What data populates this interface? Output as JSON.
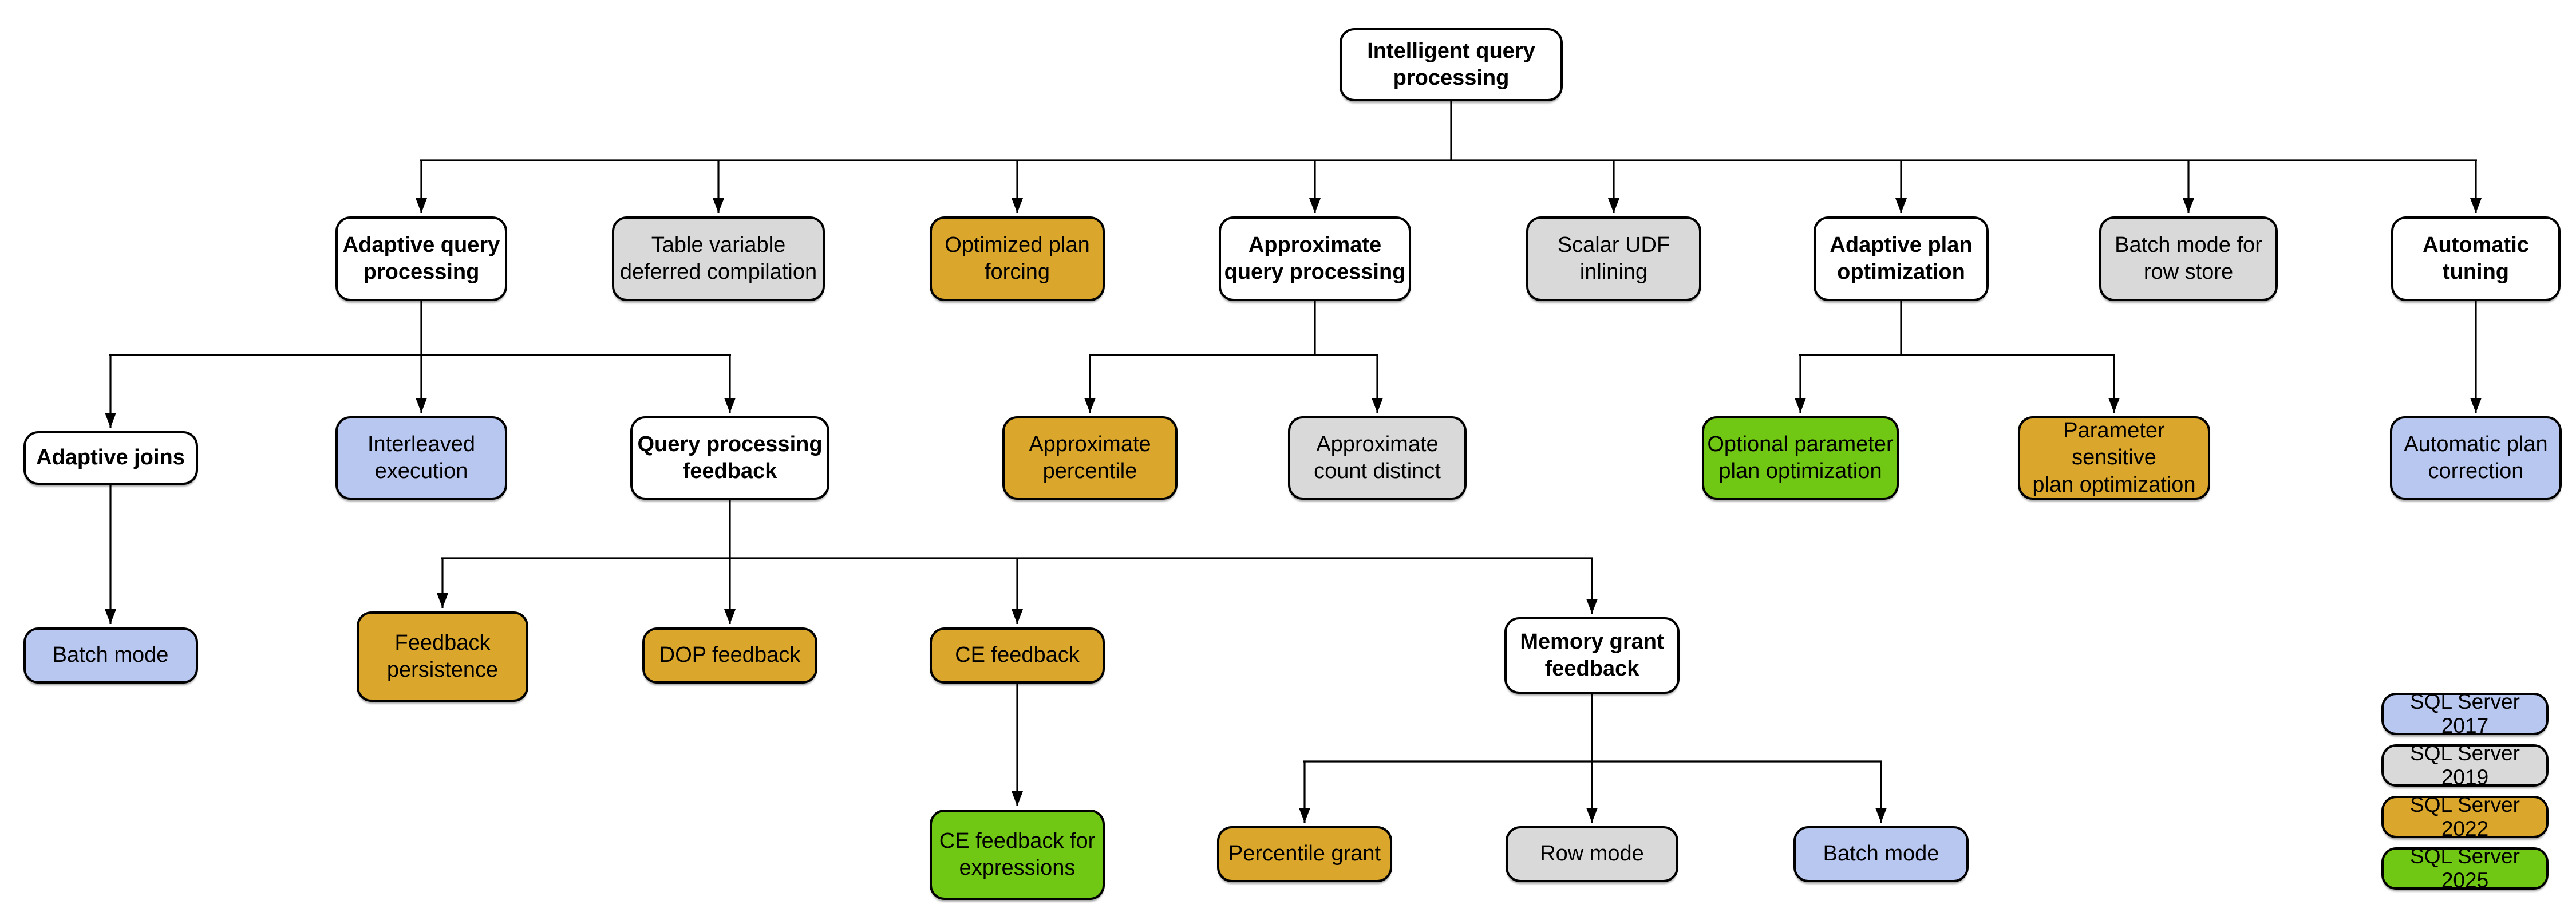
{
  "diagram": {
    "title": "Intelligent query processing feature family",
    "colors": {
      "base": "#FFFFFF",
      "2017": "#B7C7F0",
      "2019": "#D9D9D9",
      "2022": "#DBA62C",
      "2025": "#71C814",
      "border": "#000000",
      "line": "#000000"
    },
    "nodes": [
      {
        "id": "intelligent-query-processing",
        "label": "Intelligent query\nprocessing",
        "version": "base"
      },
      {
        "id": "adaptive-query-processing",
        "label": "Adaptive query\nprocessing",
        "version": "base"
      },
      {
        "id": "table-variable-deferred-compilation",
        "label": "Table variable\ndeferred compilation",
        "version": "2019"
      },
      {
        "id": "optimized-plan-forcing",
        "label": "Optimized plan\nforcing",
        "version": "2022"
      },
      {
        "id": "approximate-query-processing",
        "label": "Approximate\nquery processing",
        "version": "base"
      },
      {
        "id": "scalar-udf-inlining",
        "label": "Scalar UDF\ninlining",
        "version": "2019"
      },
      {
        "id": "adaptive-plan-optimization",
        "label": "Adaptive plan\noptimization",
        "version": "base"
      },
      {
        "id": "batch-mode-row-store",
        "label": "Batch mode for\nrow store",
        "version": "2019"
      },
      {
        "id": "automatic-tuning",
        "label": "Automatic\ntuning",
        "version": "base"
      },
      {
        "id": "adaptive-joins",
        "label": "Adaptive joins",
        "version": "base"
      },
      {
        "id": "interleaved-execution",
        "label": "Interleaved\nexecution",
        "version": "2017"
      },
      {
        "id": "query-processing-feedback",
        "label": "Query processing\nfeedback",
        "version": "base"
      },
      {
        "id": "approximate-percentile",
        "label": "Approximate\npercentile",
        "version": "2022"
      },
      {
        "id": "approximate-count-distinct",
        "label": "Approximate\ncount distinct",
        "version": "2019"
      },
      {
        "id": "optional-parameter-plan-optimization",
        "label": "Optional parameter\nplan optimization",
        "version": "2025"
      },
      {
        "id": "parameter-sensitive-plan-optimization",
        "label": "Parameter sensitive\nplan optimization",
        "version": "2022"
      },
      {
        "id": "automatic-plan-correction",
        "label": "Automatic plan\ncorrection",
        "version": "2017"
      },
      {
        "id": "batch-mode-adaptive-joins",
        "label": "Batch mode",
        "version": "2017"
      },
      {
        "id": "feedback-persistence",
        "label": "Feedback\npersistence",
        "version": "2022"
      },
      {
        "id": "dop-feedback",
        "label": "DOP feedback",
        "version": "2022"
      },
      {
        "id": "ce-feedback",
        "label": "CE feedback",
        "version": "2022"
      },
      {
        "id": "memory-grant-feedback",
        "label": "Memory grant\nfeedback",
        "version": "base"
      },
      {
        "id": "ce-feedback-for-expressions",
        "label": "CE feedback for\nexpressions",
        "version": "2025"
      },
      {
        "id": "percentile-grant",
        "label": "Percentile grant",
        "version": "2022"
      },
      {
        "id": "row-mode",
        "label": "Row mode",
        "version": "2019"
      },
      {
        "id": "batch-mode-memory-grant",
        "label": "Batch mode",
        "version": "2017"
      }
    ],
    "legend": [
      {
        "label": "SQL Server 2017",
        "version": "2017"
      },
      {
        "label": "SQL Server 2019",
        "version": "2019"
      },
      {
        "label": "SQL Server 2022",
        "version": "2022"
      },
      {
        "label": "SQL Server 2025",
        "version": "2025"
      }
    ]
  }
}
